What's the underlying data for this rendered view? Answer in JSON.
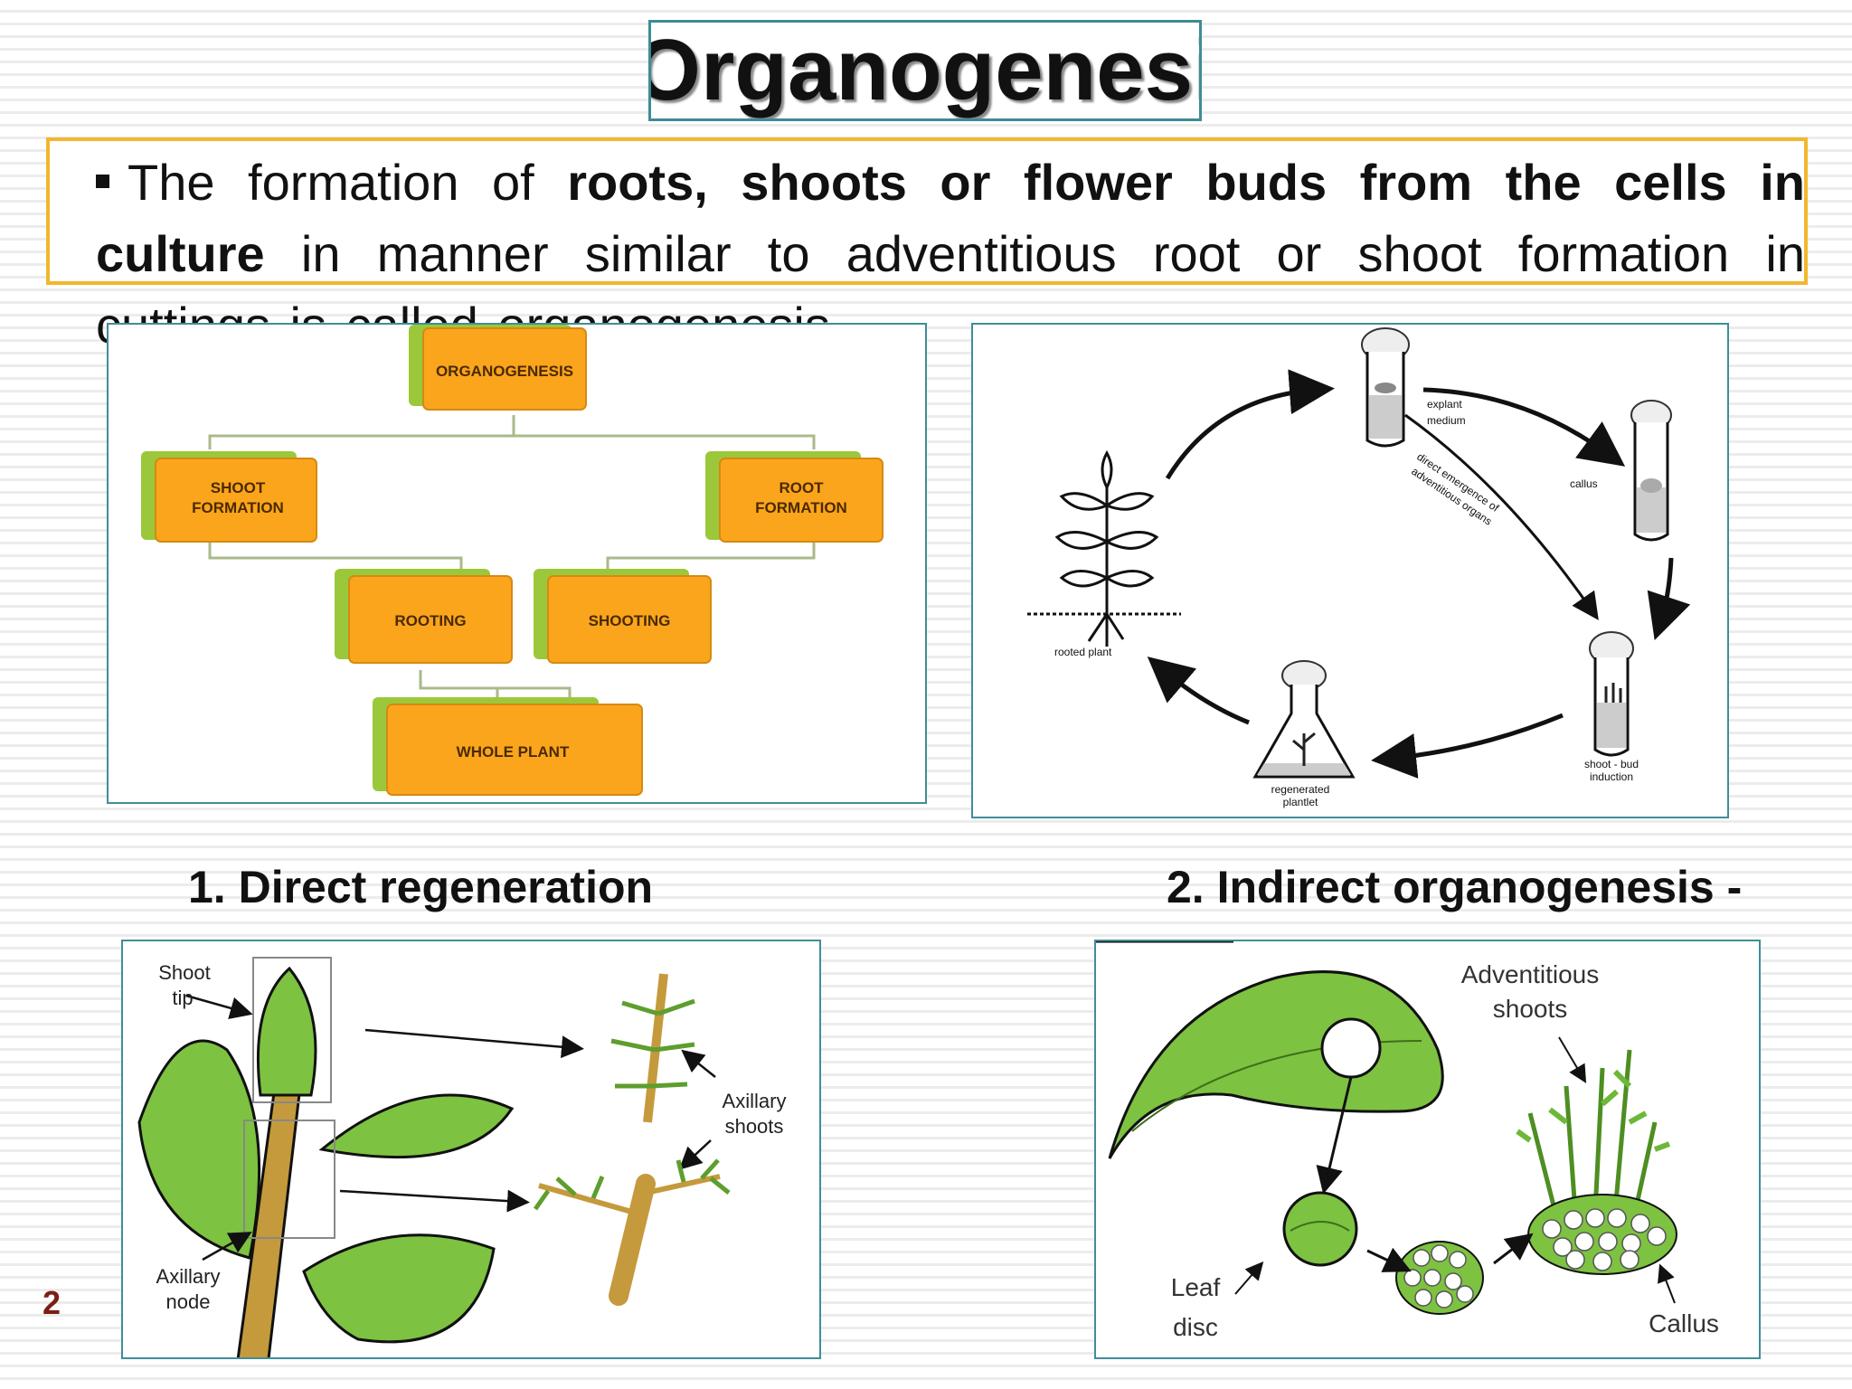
{
  "title": "Organogenesi",
  "definition": {
    "intro": "The formation of ",
    "bold": "roots, shoots or flower buds from the cells in culture",
    "rest": " in manner similar to  adventitious root or shoot formation in cuttings is called organogenesis."
  },
  "flowchart": {
    "root": "ORGANOGENESIS",
    "left": "SHOOT FORMATION",
    "right": "ROOT FORMATION",
    "rooting": "ROOTING",
    "shooting": "SHOOTING",
    "final": "WHOLE PLANT"
  },
  "cycle": {
    "explant": "explant",
    "medium": "medium",
    "callus": "callus",
    "diagonal_1": "direct emergence of",
    "diagonal_2": "adventitious organs",
    "shoot_bud_1": "shoot - bud",
    "shoot_bud_2": "induction",
    "regen_1": "regenerated",
    "regen_2": "plantlet",
    "rooted": "rooted plant"
  },
  "headings": {
    "direct": "1. Direct regeneration -",
    "indirect": "2. Indirect organogenesis -"
  },
  "direct_labels": {
    "shoot_tip_1": "Shoot",
    "shoot_tip_2": "tip",
    "axillary_node_1": "Axillary",
    "axillary_node_2": "node",
    "axillary_shoots_1": "Axillary",
    "axillary_shoots_2": "shoots"
  },
  "indirect_labels": {
    "adventitious_1": "Adventitious",
    "adventitious_2": "shoots",
    "leaf_disc_1": "Leaf",
    "leaf_disc_2": "disc",
    "callus": "Callus"
  },
  "page_number": "2",
  "colors": {
    "orange": "#fba51d",
    "green_shadow": "#9bc83a",
    "panel_border": "#3f8e98",
    "title_border": "#3d8c95",
    "definition_border": "#f1b82d",
    "leaf_green": "#7dc241",
    "stem_brown": "#c49a3c"
  }
}
